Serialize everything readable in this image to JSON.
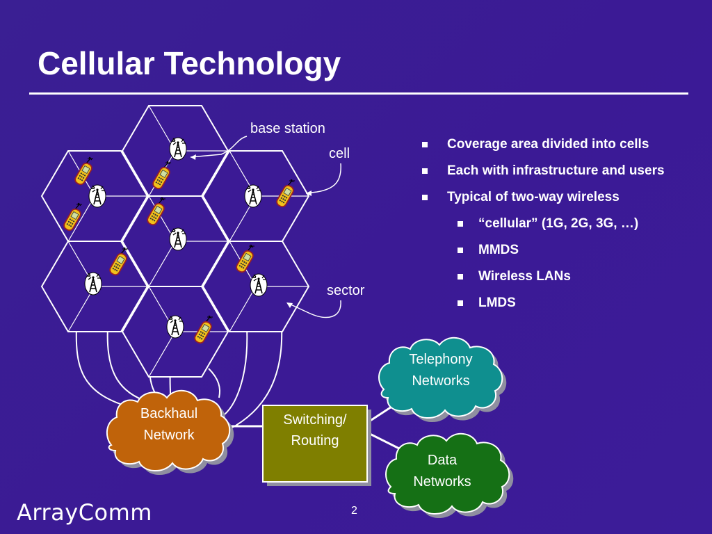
{
  "slide": {
    "title": "Cellular Technology",
    "page_number": "2",
    "logo": "ArrayComm"
  },
  "diagram": {
    "labels": {
      "base_station": "base station",
      "cell": "cell",
      "sector": "sector"
    },
    "nodes": {
      "backhaul": [
        "Backhaul",
        "Network"
      ],
      "switching": [
        "Switching/",
        "Routing"
      ],
      "telephony": [
        "Telephony",
        "Networks"
      ],
      "data": [
        "Data",
        "Networks"
      ]
    },
    "colors": {
      "background": "#3b1a95",
      "backhaul_cloud": "#c0630a",
      "switching_box": "#7f7f00",
      "telephony_cloud": "#0f8f8f",
      "data_cloud": "#157015",
      "lines": "#ffffff"
    }
  },
  "bullets": [
    {
      "level": 1,
      "text": "Coverage area divided into cells"
    },
    {
      "level": 1,
      "text": "Each with infrastructure and users"
    },
    {
      "level": 1,
      "text": "Typical of two-way wireless"
    },
    {
      "level": 2,
      "text": "“cellular” (1G, 2G, 3G, …)"
    },
    {
      "level": 2,
      "text": "MMDS"
    },
    {
      "level": 2,
      "text": "Wireless LANs"
    },
    {
      "level": 2,
      "text": "LMDS"
    }
  ]
}
